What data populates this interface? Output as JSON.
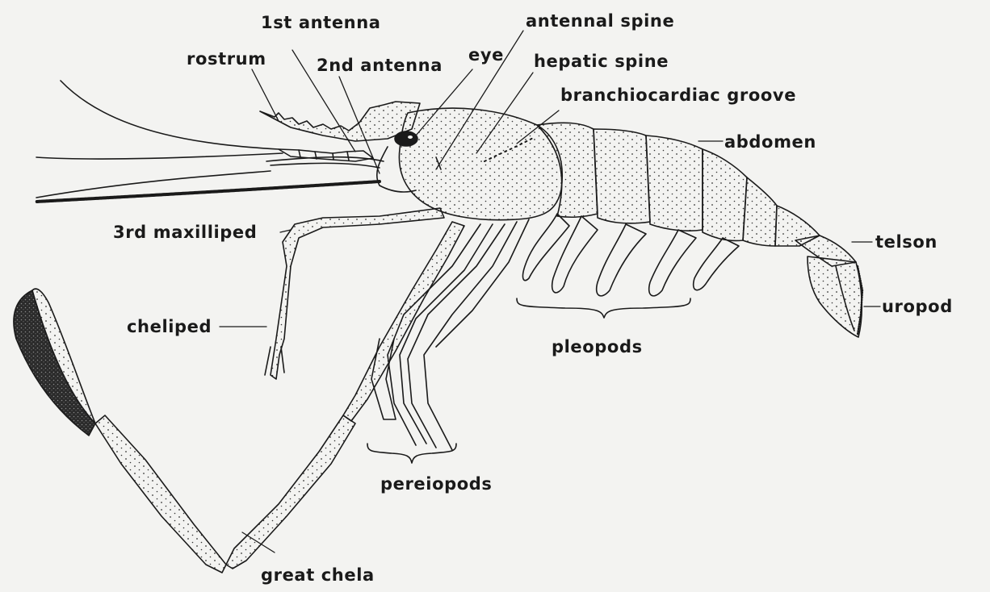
{
  "labels": {
    "first_antenna": "1st antenna",
    "antennal_spine": "antennal spine",
    "rostrum": "rostrum",
    "second_antenna": "2nd antenna",
    "eye": "eye",
    "hepatic_spine": "hepatic spine",
    "branchiocardiac_groove": "branchiocardiac groove",
    "abdomen": "abdomen",
    "third_maxilliped": "3rd maxilliped",
    "telson": "telson",
    "uropod": "uropod",
    "cheliped": "cheliped",
    "pleopods": "pleopods",
    "pereiopods": "pereiopods",
    "great_chela": "great chela"
  }
}
